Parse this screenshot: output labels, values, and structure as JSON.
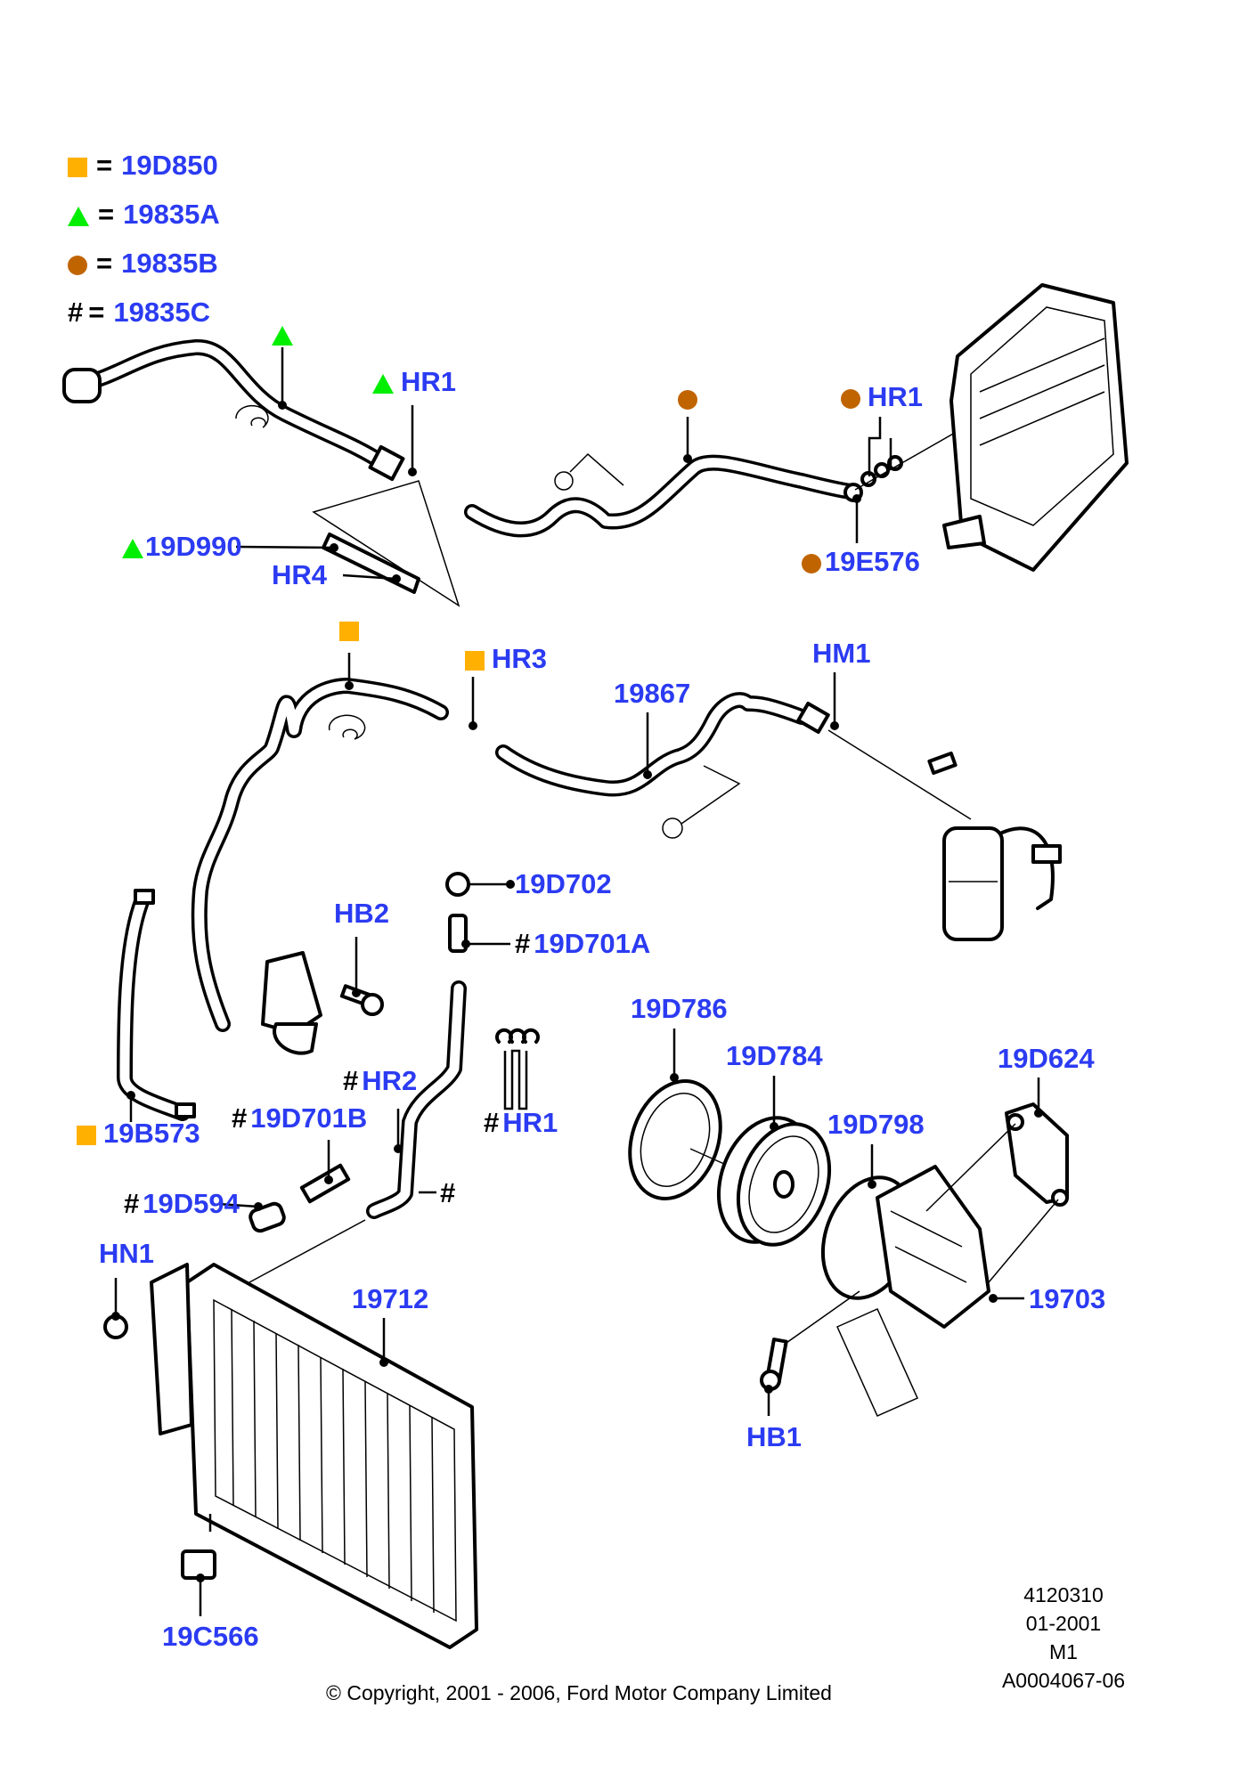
{
  "legend": [
    {
      "symbol": "square",
      "color": "#ffb000",
      "part": "19D850"
    },
    {
      "symbol": "triangle",
      "color": "#00ee00",
      "part": "19835A"
    },
    {
      "symbol": "circle",
      "color": "#c06400",
      "part": "19835B"
    },
    {
      "symbol": "hash",
      "color": "#000000",
      "part": "19835C"
    }
  ],
  "legend_equals": "=",
  "legend_hash": "#",
  "callouts": {
    "hr1_top_left": {
      "marker": "triangle",
      "text": "HR1"
    },
    "hr1_top_right": {
      "marker": "circle",
      "text": "HR1"
    },
    "p19D990": {
      "marker": "triangle",
      "text": "19D990"
    },
    "hr4": {
      "marker": "",
      "text": "HR4"
    },
    "p19E576": {
      "marker": "circle",
      "text": "19E576"
    },
    "hr3": {
      "marker": "square",
      "text": "HR3"
    },
    "p19867": {
      "marker": "",
      "text": "19867"
    },
    "hm1": {
      "marker": "",
      "text": "HM1"
    },
    "p19D702": {
      "marker": "",
      "text": "19D702"
    },
    "p19D701A": {
      "marker": "hash",
      "text": "19D701A"
    },
    "hb2": {
      "marker": "",
      "text": "HB2"
    },
    "hr2": {
      "marker": "hash",
      "text": "HR2"
    },
    "hr1_lower": {
      "marker": "hash",
      "text": "HR1"
    },
    "p19D701B": {
      "marker": "hash",
      "text": "19D701B"
    },
    "p19B573": {
      "marker": "square",
      "text": "19B573"
    },
    "p19D594": {
      "marker": "hash",
      "text": "19D594"
    },
    "hash_pipe": {
      "marker": "hash",
      "text": "#"
    },
    "hn1": {
      "marker": "",
      "text": "HN1"
    },
    "p19712": {
      "marker": "",
      "text": "19712"
    },
    "p19C566": {
      "marker": "",
      "text": "19C566"
    },
    "p19D786": {
      "marker": "",
      "text": "19D786"
    },
    "p19D784": {
      "marker": "",
      "text": "19D784"
    },
    "p19D798": {
      "marker": "",
      "text": "19D798"
    },
    "p19D624": {
      "marker": "",
      "text": "19D624"
    },
    "p19703": {
      "marker": "",
      "text": "19703"
    },
    "hb1": {
      "marker": "",
      "text": "HB1"
    }
  },
  "reference_block": [
    "4120310",
    "01-2001",
    "M1",
    "A0004067-06"
  ],
  "copyright": "© Copyright, 2001 - 2006, Ford Motor Company Limited"
}
